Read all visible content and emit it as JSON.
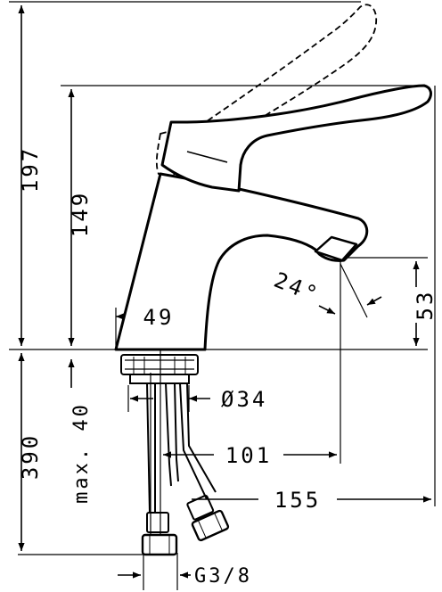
{
  "dimensions": {
    "height_total": "197",
    "height_spout": "149",
    "height_below": "390",
    "max_connection": "max. 40",
    "base_width": "49",
    "angle": "24°",
    "outlet_height": "53",
    "thread_diameter": "Ø34",
    "reach_inner": "101",
    "reach_outer": "155",
    "connection_thread": "G3/8"
  },
  "colors": {
    "line": "#000000",
    "background": "#ffffff"
  }
}
